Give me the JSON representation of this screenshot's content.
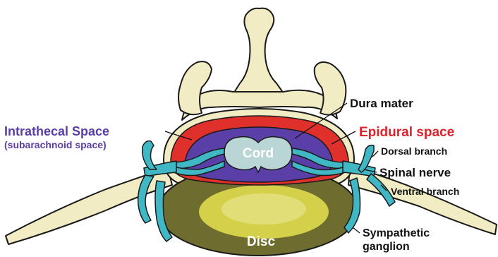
{
  "labels": {
    "cord": "Cord",
    "disc": "Disc",
    "dura_mater": "Dura mater",
    "epidural_space": "Epidural space",
    "intrathecal_space": "Intrathecal Space",
    "subarachnoid_space": "(subarachnoid space)",
    "dorsal_branch": "Dorsal branch",
    "spinal_nerve": "Spinal nerve",
    "ventral_branch": "Ventral branch",
    "sympathetic_ganglion_line1": "Sympathetic",
    "sympathetic_ganglion_line2": "ganglion"
  },
  "colors": {
    "bone": "#f1ecc4",
    "epidural": "#e0302c",
    "intrathecal": "#5b3fa8",
    "cord": "#b9d5d6",
    "nerve": "#3fb7c4",
    "disc_outer": "#6e6c2f",
    "disc_inner": "#d4d04a",
    "epidural_label": "#e0222a",
    "intrathecal_label": "#5a3ea6"
  }
}
